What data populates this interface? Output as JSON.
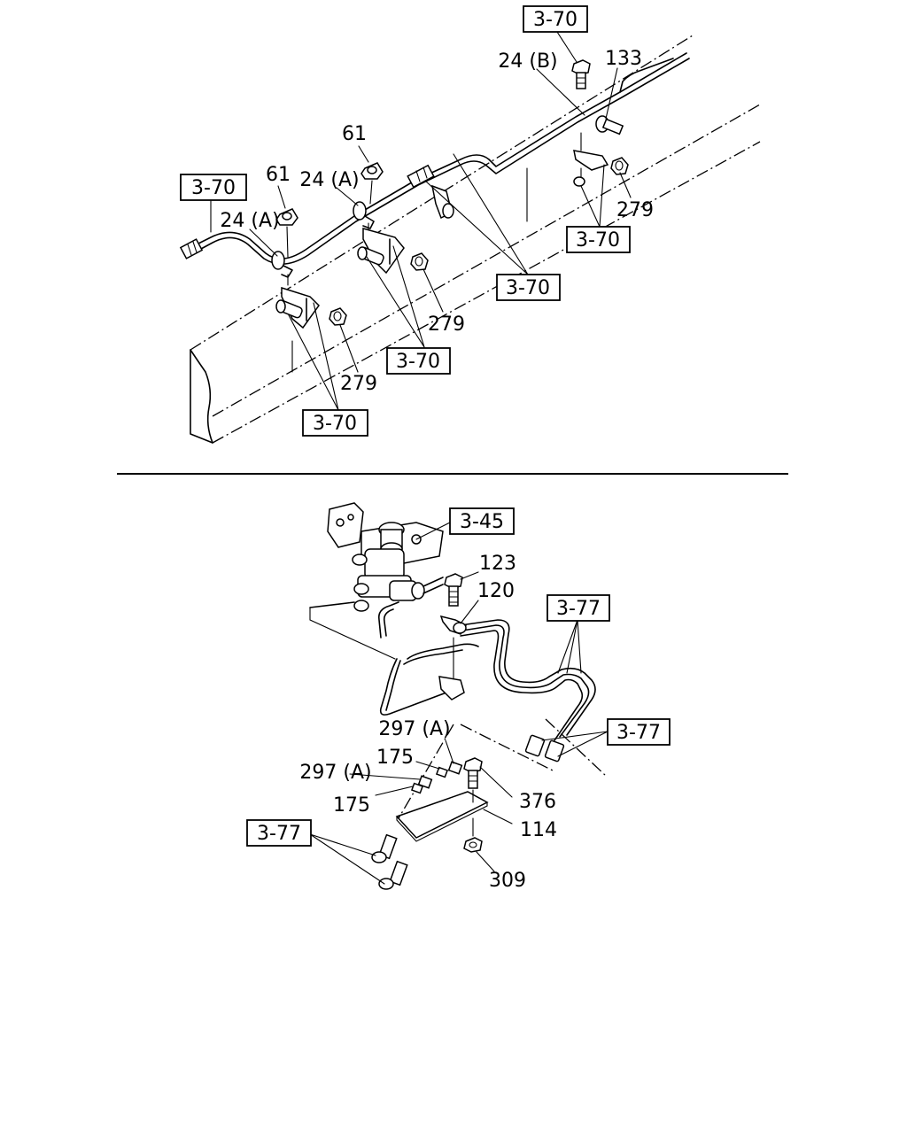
{
  "upper_diagram": {
    "part_numbers": {
      "p61_a": "61",
      "p61_b": "61",
      "p24a_a": "24 (A)",
      "p24a_b": "24 (A)",
      "p24b": "24 (B)",
      "p133": "133",
      "p279_a": "279",
      "p279_b": "279",
      "p279_c": "279"
    },
    "references": {
      "r1": "3-70",
      "r2": "3-70",
      "r3": "3-70",
      "r4": "3-70",
      "r5": "3-70",
      "r6": "3-70"
    }
  },
  "lower_diagram": {
    "part_numbers": {
      "p123": "123",
      "p120": "120",
      "p297a_a": "297 (A)",
      "p297a_b": "297 (A)",
      "p175_a": "175",
      "p175_b": "175",
      "p376": "376",
      "p114": "114",
      "p309": "309"
    },
    "references": {
      "r1": "3-45",
      "r2": "3-77",
      "r3": "3-77",
      "r4": "3-77"
    }
  }
}
